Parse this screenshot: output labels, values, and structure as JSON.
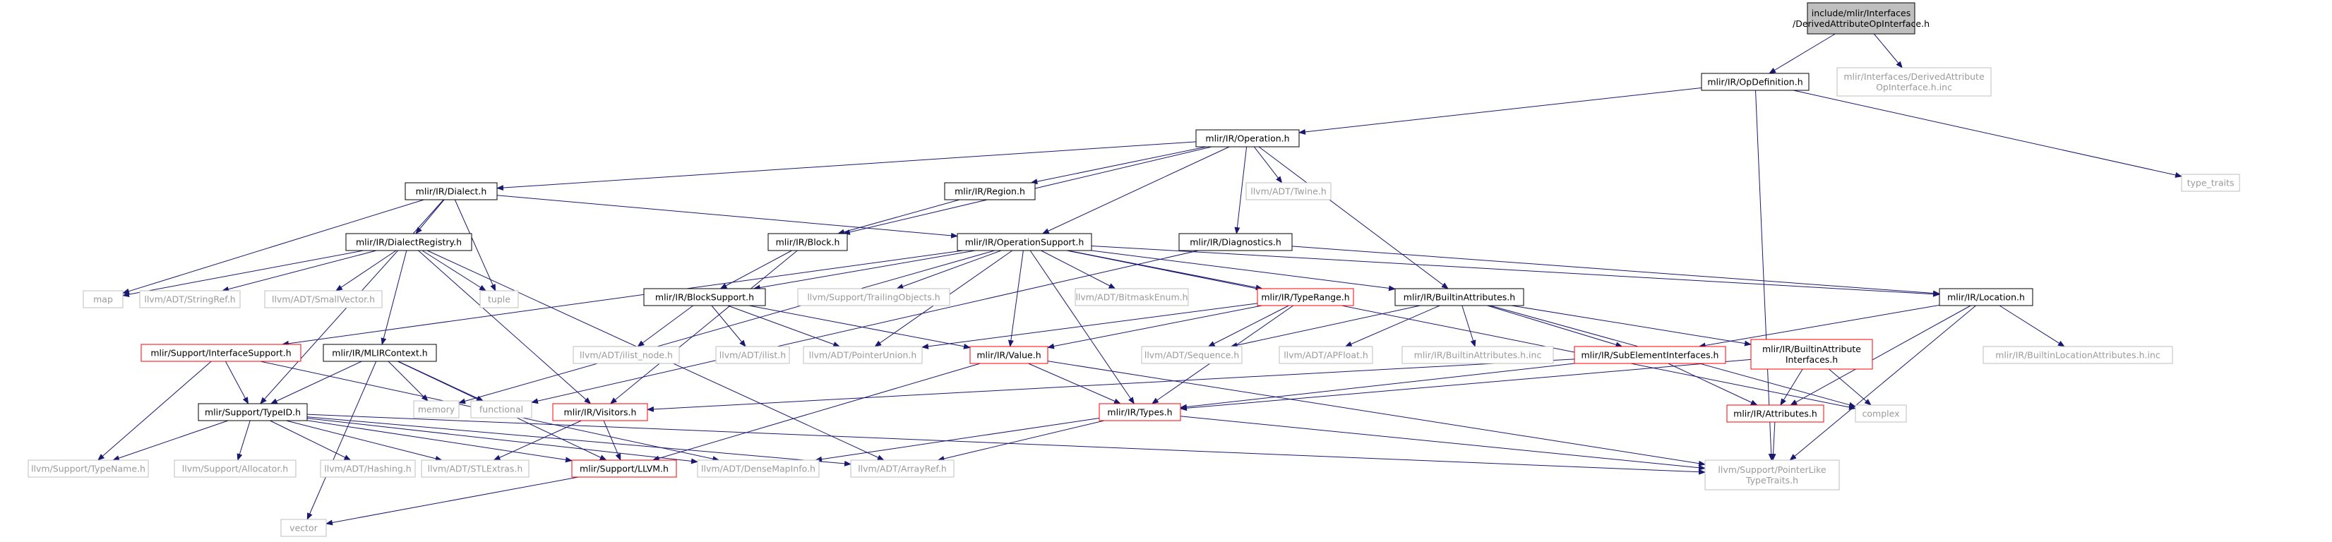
{
  "colors": {
    "edge": "#191970",
    "node_border": "#000000",
    "external_border": "#bfbfbf",
    "external_text": "#9a9a9a",
    "truncated_border": "#ff0000",
    "root_fill": "#bfbfbf",
    "node_fill": "#ffffff",
    "text": "#000000"
  },
  "nodes": [
    {
      "id": "root",
      "label": "include/mlir/Interfaces\n/DerivedAttributeOpInterface.h",
      "kind": "root",
      "data_name": "node-derived-attribute-op-interface-h"
    },
    {
      "id": "opdef",
      "label": "mlir/IR/OpDefinition.h",
      "kind": "normal",
      "data_name": "node-op-definition-h"
    },
    {
      "id": "inc",
      "label": "mlir/Interfaces/DerivedAttribute\nOpInterface.h.inc",
      "kind": "external",
      "data_name": "node-derived-attribute-op-interface-h-inc"
    },
    {
      "id": "operation",
      "label": "mlir/IR/Operation.h",
      "kind": "normal",
      "data_name": "node-operation-h"
    },
    {
      "id": "type_traits",
      "label": "type_traits",
      "kind": "external",
      "data_name": "node-type-traits"
    },
    {
      "id": "dialect",
      "label": "mlir/IR/Dialect.h",
      "kind": "normal",
      "data_name": "node-dialect-h"
    },
    {
      "id": "region",
      "label": "mlir/IR/Region.h",
      "kind": "normal",
      "data_name": "node-region-h"
    },
    {
      "id": "twine",
      "label": "llvm/ADT/Twine.h",
      "kind": "external",
      "data_name": "node-twine-h"
    },
    {
      "id": "dialectreg",
      "label": "mlir/IR/DialectRegistry.h",
      "kind": "normal",
      "data_name": "node-dialect-registry-h"
    },
    {
      "id": "block",
      "label": "mlir/IR/Block.h",
      "kind": "normal",
      "data_name": "node-block-h"
    },
    {
      "id": "opsupport",
      "label": "mlir/IR/OperationSupport.h",
      "kind": "normal",
      "data_name": "node-operation-support-h"
    },
    {
      "id": "diagnostics",
      "label": "mlir/IR/Diagnostics.h",
      "kind": "normal",
      "data_name": "node-diagnostics-h"
    },
    {
      "id": "map",
      "label": "map",
      "kind": "external",
      "data_name": "node-map"
    },
    {
      "id": "stringref",
      "label": "llvm/ADT/StringRef.h",
      "kind": "external",
      "data_name": "node-string-ref-h"
    },
    {
      "id": "smallvector",
      "label": "llvm/ADT/SmallVector.h",
      "kind": "external",
      "data_name": "node-small-vector-h"
    },
    {
      "id": "tuple",
      "label": "tuple",
      "kind": "external",
      "data_name": "node-tuple"
    },
    {
      "id": "blocksupport",
      "label": "mlir/IR/BlockSupport.h",
      "kind": "normal",
      "data_name": "node-block-support-h"
    },
    {
      "id": "trailing",
      "label": "llvm/Support/TrailingObjects.h",
      "kind": "external",
      "data_name": "node-trailing-objects-h"
    },
    {
      "id": "bitmask",
      "label": "llvm/ADT/BitmaskEnum.h",
      "kind": "external",
      "data_name": "node-bitmask-enum-h"
    },
    {
      "id": "typerange",
      "label": "mlir/IR/TypeRange.h",
      "kind": "truncated",
      "data_name": "node-type-range-h"
    },
    {
      "id": "builtinattrs",
      "label": "mlir/IR/BuiltinAttributes.h",
      "kind": "normal",
      "data_name": "node-builtin-attributes-h"
    },
    {
      "id": "location",
      "label": "mlir/IR/Location.h",
      "kind": "normal",
      "data_name": "node-location-h"
    },
    {
      "id": "ifacesupport",
      "label": "mlir/Support/InterfaceSupport.h",
      "kind": "truncated",
      "data_name": "node-interface-support-h"
    },
    {
      "id": "mlircontext",
      "label": "mlir/IR/MLIRContext.h",
      "kind": "normal",
      "data_name": "node-mlir-context-h"
    },
    {
      "id": "ilistnode",
      "label": "llvm/ADT/ilist_node.h",
      "kind": "external",
      "data_name": "node-ilist-node-h"
    },
    {
      "id": "ilist",
      "label": "llvm/ADT/ilist.h",
      "kind": "external",
      "data_name": "node-ilist-h"
    },
    {
      "id": "ptrunion",
      "label": "llvm/ADT/PointerUnion.h",
      "kind": "external",
      "data_name": "node-pointer-union-h"
    },
    {
      "id": "value",
      "label": "mlir/IR/Value.h",
      "kind": "truncated",
      "data_name": "node-value-h"
    },
    {
      "id": "sequence",
      "label": "llvm/ADT/Sequence.h",
      "kind": "external",
      "data_name": "node-sequence-h"
    },
    {
      "id": "apfloat",
      "label": "llvm/ADT/APFloat.h",
      "kind": "external",
      "data_name": "node-ap-float-h"
    },
    {
      "id": "builtinattrsinc",
      "label": "mlir/IR/BuiltinAttributes.h.inc",
      "kind": "external",
      "data_name": "node-builtin-attributes-h-inc"
    },
    {
      "id": "subelem",
      "label": "mlir/IR/SubElementInterfaces.h",
      "kind": "truncated",
      "data_name": "node-sub-element-interfaces-h"
    },
    {
      "id": "builtinattriface",
      "label": "mlir/IR/BuiltinAttribute\nInterfaces.h",
      "kind": "truncated",
      "data_name": "node-builtin-attribute-interfaces-h"
    },
    {
      "id": "builtinlocinc",
      "label": "mlir/IR/BuiltinLocationAttributes.h.inc",
      "kind": "external",
      "data_name": "node-builtin-location-attributes-h-inc"
    },
    {
      "id": "memory",
      "label": "memory",
      "kind": "external",
      "data_name": "node-memory"
    },
    {
      "id": "functional",
      "label": "functional",
      "kind": "external",
      "data_name": "node-functional"
    },
    {
      "id": "visitors",
      "label": "mlir/IR/Visitors.h",
      "kind": "truncated",
      "data_name": "node-visitors-h"
    },
    {
      "id": "typeid",
      "label": "mlir/Support/TypeID.h",
      "kind": "normal",
      "data_name": "node-type-id-h"
    },
    {
      "id": "types",
      "label": "mlir/IR/Types.h",
      "kind": "truncated",
      "data_name": "node-types-h"
    },
    {
      "id": "attributes",
      "label": "mlir/IR/Attributes.h",
      "kind": "truncated",
      "data_name": "node-attributes-h"
    },
    {
      "id": "complex",
      "label": "complex",
      "kind": "external",
      "data_name": "node-complex"
    },
    {
      "id": "typename",
      "label": "llvm/Support/TypeName.h",
      "kind": "external",
      "data_name": "node-type-name-h"
    },
    {
      "id": "allocator",
      "label": "llvm/Support/Allocator.h",
      "kind": "external",
      "data_name": "node-allocator-h"
    },
    {
      "id": "hashing",
      "label": "llvm/ADT/Hashing.h",
      "kind": "external",
      "data_name": "node-hashing-h"
    },
    {
      "id": "stlextras",
      "label": "llvm/ADT/STLExtras.h",
      "kind": "external",
      "data_name": "node-stl-extras-h"
    },
    {
      "id": "llvmh",
      "label": "mlir/Support/LLVM.h",
      "kind": "truncated",
      "data_name": "node-llvm-h"
    },
    {
      "id": "densemapinfo",
      "label": "llvm/ADT/DenseMapInfo.h",
      "kind": "external",
      "data_name": "node-dense-map-info-h"
    },
    {
      "id": "arrayref",
      "label": "llvm/ADT/ArrayRef.h",
      "kind": "external",
      "data_name": "node-array-ref-h"
    },
    {
      "id": "ptrlike",
      "label": "llvm/Support/PointerLike\nTypeTraits.h",
      "kind": "external",
      "data_name": "node-pointer-like-type-traits-h"
    },
    {
      "id": "vector",
      "label": "vector",
      "kind": "external",
      "data_name": "node-vector"
    }
  ],
  "edges": [
    [
      "root",
      "opdef"
    ],
    [
      "root",
      "inc"
    ],
    [
      "opdef",
      "operation"
    ],
    [
      "opdef",
      "type_traits"
    ],
    [
      "opdef",
      "ptrlike"
    ],
    [
      "operation",
      "dialect"
    ],
    [
      "operation",
      "region"
    ],
    [
      "operation",
      "twine"
    ],
    [
      "operation",
      "block"
    ],
    [
      "operation",
      "opsupport"
    ],
    [
      "operation",
      "diagnostics"
    ],
    [
      "operation",
      "builtinattrs"
    ],
    [
      "dialect",
      "dialectreg"
    ],
    [
      "dialect",
      "opsupport"
    ],
    [
      "dialect",
      "map"
    ],
    [
      "dialect",
      "tuple"
    ],
    [
      "dialect",
      "typeid"
    ],
    [
      "region",
      "block"
    ],
    [
      "dialectreg",
      "map"
    ],
    [
      "dialectreg",
      "stringref"
    ],
    [
      "dialectreg",
      "smallvector"
    ],
    [
      "dialectreg",
      "tuple"
    ],
    [
      "dialectreg",
      "mlircontext"
    ],
    [
      "dialectreg",
      "arrayref"
    ],
    [
      "dialectreg",
      "visitors"
    ],
    [
      "block",
      "blocksupport"
    ],
    [
      "block",
      "visitors"
    ],
    [
      "opsupport",
      "blocksupport"
    ],
    [
      "opsupport",
      "trailing"
    ],
    [
      "opsupport",
      "bitmask"
    ],
    [
      "opsupport",
      "typerange"
    ],
    [
      "opsupport",
      "builtinattrs"
    ],
    [
      "opsupport",
      "location"
    ],
    [
      "opsupport",
      "ifacesupport"
    ],
    [
      "opsupport",
      "memory"
    ],
    [
      "opsupport",
      "ptrunion"
    ],
    [
      "opsupport",
      "value"
    ],
    [
      "opsupport",
      "types"
    ],
    [
      "opsupport",
      "complex"
    ],
    [
      "diagnostics",
      "location"
    ],
    [
      "diagnostics",
      "functional"
    ],
    [
      "blocksupport",
      "ilistnode"
    ],
    [
      "blocksupport",
      "ilist"
    ],
    [
      "blocksupport",
      "ptrunion"
    ],
    [
      "blocksupport",
      "value"
    ],
    [
      "typerange",
      "value"
    ],
    [
      "typerange",
      "types"
    ],
    [
      "typerange",
      "sequence"
    ],
    [
      "typerange",
      "ptrunion"
    ],
    [
      "builtinattrs",
      "sequence"
    ],
    [
      "builtinattrs",
      "apfloat"
    ],
    [
      "builtinattrs",
      "builtinattrsinc"
    ],
    [
      "builtinattrs",
      "subelem"
    ],
    [
      "builtinattrs",
      "builtinattriface"
    ],
    [
      "builtinattrs",
      "complex"
    ],
    [
      "location",
      "subelem"
    ],
    [
      "location",
      "builtinlocinc"
    ],
    [
      "location",
      "attributes"
    ],
    [
      "location",
      "ptrlike"
    ],
    [
      "ifacesupport",
      "typeid"
    ],
    [
      "ifacesupport",
      "typename"
    ],
    [
      "ifacesupport",
      "densemapinfo"
    ],
    [
      "mlircontext",
      "typeid"
    ],
    [
      "mlircontext",
      "memory"
    ],
    [
      "mlircontext",
      "functional"
    ],
    [
      "mlircontext",
      "vector"
    ],
    [
      "mlircontext",
      "llvmh"
    ],
    [
      "value",
      "types"
    ],
    [
      "value",
      "llvmh"
    ],
    [
      "value",
      "ptrlike"
    ],
    [
      "subelem",
      "attributes"
    ],
    [
      "subelem",
      "types"
    ],
    [
      "subelem",
      "visitors"
    ],
    [
      "builtinattriface",
      "attributes"
    ],
    [
      "builtinattriface",
      "types"
    ],
    [
      "builtinattriface",
      "complex"
    ],
    [
      "visitors",
      "llvmh"
    ],
    [
      "visitors",
      "stlextras"
    ],
    [
      "typeid",
      "typename"
    ],
    [
      "typeid",
      "allocator"
    ],
    [
      "typeid",
      "hashing"
    ],
    [
      "typeid",
      "stlextras"
    ],
    [
      "typeid",
      "llvmh"
    ],
    [
      "typeid",
      "densemapinfo"
    ],
    [
      "typeid",
      "ptrlike"
    ],
    [
      "typeid",
      "arrayref"
    ],
    [
      "types",
      "densemapinfo"
    ],
    [
      "types",
      "arrayref"
    ],
    [
      "types",
      "ptrlike"
    ],
    [
      "attributes",
      "ptrlike"
    ],
    [
      "llvmh",
      "vector"
    ]
  ]
}
